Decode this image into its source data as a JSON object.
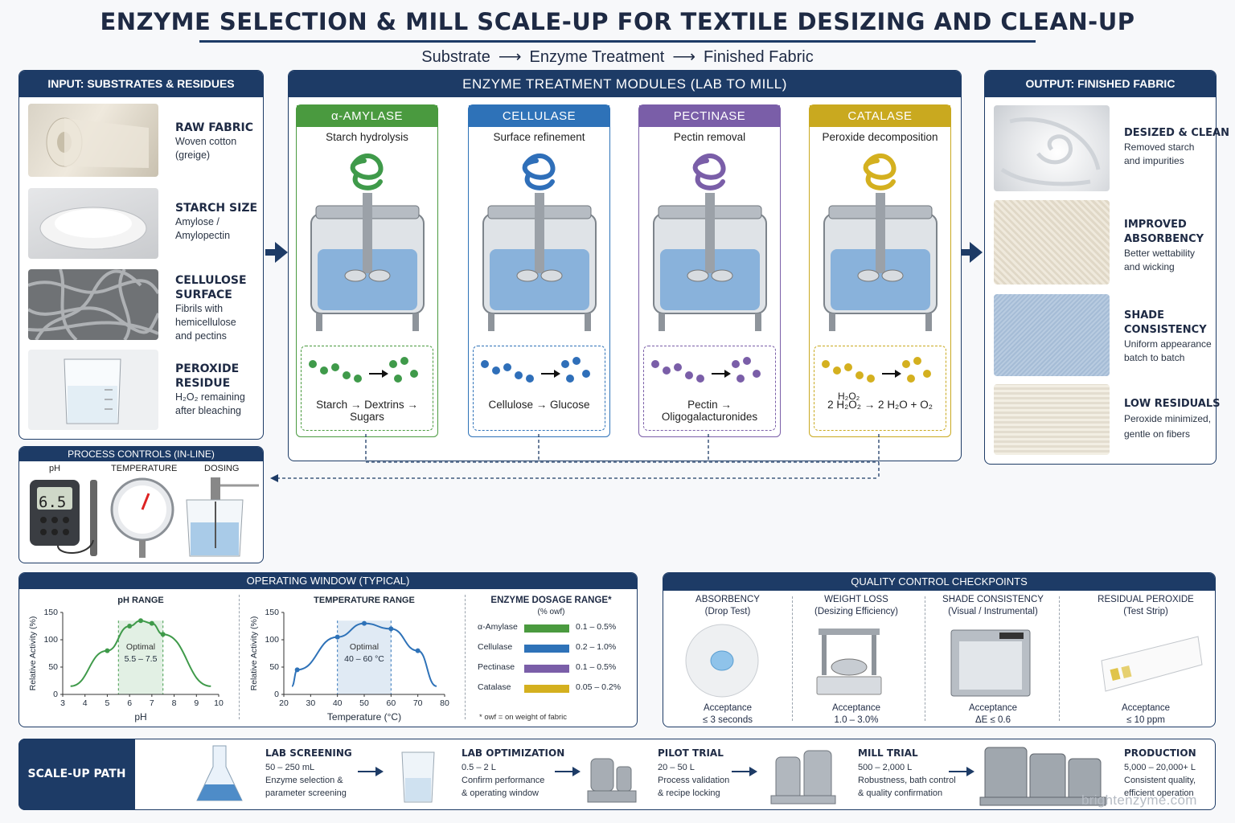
{
  "title": "ENZYME SELECTION & MILL SCALE-UP FOR TEXTILE  DESIZING AND CLEAN-UP",
  "subtitle": {
    "a": "Substrate",
    "b": "Enzyme Treatment",
    "c": "Finished Fabric"
  },
  "input": {
    "header": "INPUT: SUBSTRATES & RESIDUES",
    "items": [
      {
        "label": "RAW FABRIC",
        "desc": [
          "Woven cotton",
          "(greige)"
        ]
      },
      {
        "label": "STARCH SIZE",
        "desc": [
          "Amylose /",
          "Amylopectin"
        ]
      },
      {
        "label": [
          "CELLULOSE",
          "SURFACE"
        ],
        "desc": [
          "Fibrils with",
          "hemicellulose",
          "and pectins"
        ]
      },
      {
        "label": [
          "PEROXIDE",
          "RESIDUE"
        ],
        "desc": [
          "H₂O₂ remaining",
          "after bleaching"
        ]
      }
    ]
  },
  "modules": {
    "header": "ENZYME TREATMENT MODULES (LAB TO MILL)",
    "items": [
      {
        "name": "α-AMYLASE",
        "sub": "Starch hydrolysis",
        "reaction": "Starch → Dextrins → Sugars",
        "color": "#4a9a3f",
        "mol": "#3f9a4a"
      },
      {
        "name": "CELLULASE",
        "sub": "Surface refinement",
        "reaction": "Cellulose → Glucose",
        "color": "#2e72b8",
        "mol": "#2f6fb9"
      },
      {
        "name": "PECTINASE",
        "sub": "Pectin removal",
        "reaction": "Pectin → Oligogalacturonides",
        "color": "#7a5ea8",
        "mol": "#7a5ea8"
      },
      {
        "name": "CATALASE",
        "sub": "Peroxide decomposition",
        "reaction": "2 H₂O₂ → 2 H₂O + O₂",
        "color": "#c9a91f",
        "mol": "#d4b01f"
      }
    ],
    "h2o2_label": "H₂O₂"
  },
  "output": {
    "header": "OUTPUT:  FINISHED FABRIC",
    "items": [
      {
        "label": "DESIZED & CLEAN",
        "desc": [
          "Removed starch",
          "and impurities"
        ]
      },
      {
        "label": [
          "IMPROVED",
          "ABSORBENCY"
        ],
        "desc": [
          "Better wettability",
          "and wicking"
        ]
      },
      {
        "label": [
          "SHADE",
          "CONSISTENCY"
        ],
        "desc": [
          "Uniform appearance",
          "batch to batch"
        ]
      },
      {
        "label": "LOW RESIDUALS",
        "desc": [
          "Peroxide minimized,",
          "gentle on fibers"
        ]
      }
    ]
  },
  "controls": {
    "header": "PROCESS CONTROLS (IN-LINE)",
    "ph": "pH",
    "temp": "TEMPERATURE",
    "dosing": "DOSING",
    "ph_reading": "6.5"
  },
  "operating": {
    "header": "OPERATING WINDOW (TYPICAL)",
    "ylabel": "Relative Activity (%)",
    "optimal": "Optimal",
    "dosage_title": "ENZYME DOSAGE RANGE*",
    "dosage_unit": "(% owf)",
    "footnote": "* owf = on weight of fabric"
  },
  "chart_data": [
    {
      "type": "line",
      "title": "pH RANGE",
      "xlabel": "pH",
      "ylabel": "Relative Activity (%)",
      "xlim": [
        3,
        10
      ],
      "ylim": [
        0,
        150
      ],
      "xticks": [
        3,
        4,
        5,
        6,
        7,
        8,
        9,
        10
      ],
      "yticks": [
        0,
        50,
        100,
        150
      ],
      "x": [
        5,
        6,
        6.5,
        7,
        7.5
      ],
      "y": [
        80,
        125,
        135,
        130,
        110
      ],
      "optimal_range": [
        5.5,
        7.5
      ],
      "optimal_label": "5.5 – 7.5",
      "color": "#3f9a4a"
    },
    {
      "type": "line",
      "title": "TEMPERATURE RANGE",
      "xlabel": "Temperature (°C)",
      "ylabel": "Relative Activity (%)",
      "xlim": [
        20,
        80
      ],
      "ylim": [
        0,
        150
      ],
      "xticks": [
        20,
        30,
        40,
        50,
        60,
        70,
        80
      ],
      "yticks": [
        0,
        50,
        100,
        150
      ],
      "x": [
        25,
        40,
        50,
        60,
        70
      ],
      "y": [
        45,
        105,
        130,
        120,
        80
      ],
      "optimal_range": [
        40,
        60
      ],
      "optimal_label": "40 – 60 °C",
      "color": "#2e72b8"
    },
    {
      "type": "bar",
      "title": "ENZYME DOSAGE RANGE*",
      "categories": [
        "α-Amylase",
        "Cellulase",
        "Pectinase",
        "Catalase"
      ],
      "values": [
        [
          0.1,
          0.5
        ],
        [
          0.2,
          1.0
        ],
        [
          0.1,
          0.5
        ],
        [
          0.05,
          0.2
        ]
      ],
      "labels": [
        "0.1 – 0.5%",
        "0.2 – 1.0%",
        "0.1 – 0.5%",
        "0.05 – 0.2%"
      ],
      "colors": [
        "#4a9a3f",
        "#2e72b8",
        "#7a5ea8",
        "#d4b01f"
      ]
    }
  ],
  "qc": {
    "header": "QUALITY CONTROL CHECKPOINTS",
    "items": [
      {
        "title": [
          "ABSORBENCY",
          "(Drop Test)"
        ],
        "accept": [
          "Acceptance",
          "≤ 3 seconds"
        ]
      },
      {
        "title": [
          "WEIGHT LOSS",
          "(Desizing Efficiency)"
        ],
        "accept": [
          "Acceptance",
          "1.0 – 3.0%"
        ]
      },
      {
        "title": [
          "SHADE CONSISTENCY",
          "(Visual / Instrumental)"
        ],
        "accept": [
          "Acceptance",
          "ΔE ≤ 0.6"
        ]
      },
      {
        "title": [
          "RESIDUAL PEROXIDE",
          "(Test Strip)"
        ],
        "accept": [
          "Acceptance",
          "≤ 10 ppm"
        ]
      }
    ]
  },
  "scaleup": {
    "header": "SCALE-UP PATH",
    "steps": [
      {
        "title": "LAB SCREENING",
        "vol": "50 – 250 mL",
        "desc": [
          "Enzyme selection &",
          "parameter screening"
        ]
      },
      {
        "title": "LAB OPTIMIZATION",
        "vol": "0.5 – 2 L",
        "desc": [
          "Confirm performance",
          "& operating window"
        ]
      },
      {
        "title": "PILOT TRIAL",
        "vol": "20 – 50 L",
        "desc": [
          "Process validation",
          "& recipe locking"
        ]
      },
      {
        "title": "MILL TRIAL",
        "vol": "500 – 2,000 L",
        "desc": [
          "Robustness, bath control",
          "& quality confirmation"
        ]
      },
      {
        "title": "PRODUCTION",
        "vol": "5,000 – 20,000+ L",
        "desc": [
          "Consistent quality,",
          "efficient operation"
        ]
      }
    ],
    "watermark": "brightenzyme.com"
  }
}
